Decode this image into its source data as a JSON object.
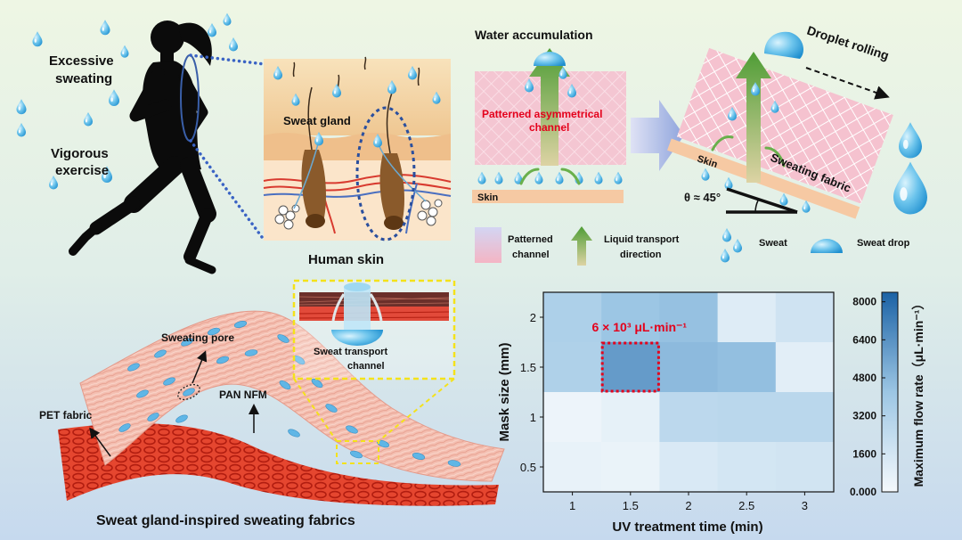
{
  "figure": {
    "runner_panel": {
      "excessive_sweating": [
        "Excessive",
        "sweating"
      ],
      "vigorous_exercise": [
        "Vigorous",
        "exercise"
      ]
    },
    "skin_panel": {
      "sweat_gland": "Sweat gland",
      "title": "Human skin"
    },
    "accumulation_panel": {
      "title": "Water accumulation",
      "channel_label": [
        "Patterned asymmetrical",
        "channel"
      ],
      "skin": "Skin"
    },
    "rolling_panel": {
      "droplet_rolling": "Droplet rolling",
      "skin": "Skin",
      "fabric": "Sweating fabric",
      "angle": "θ ≈ 45°"
    },
    "legend": {
      "patterned_channel": [
        "Patterned",
        "channel"
      ],
      "liquid_transport": [
        "Liquid transport",
        "direction"
      ],
      "sweat": "Sweat",
      "sweat_drop": "Sweat drop"
    },
    "fabric_panel": {
      "sweating_pore": "Sweating pore",
      "pan_nfm": "PAN NFM",
      "pet_fabric": "PET fabric",
      "channel": [
        "Sweat transport",
        "channel"
      ],
      "title": "Sweat gland-inspired sweating fabrics"
    }
  },
  "colors": {
    "annotation": "#e4001b",
    "droplet": "#2a9fd8",
    "transport_arrow": "#4f9d36",
    "pan_nfm": "#f4bfb1",
    "pet_fabric": "#e5462f",
    "inset_frame": "#f4e21a"
  },
  "chart_data": {
    "type": "heatmap",
    "x": [
      1,
      1.5,
      2,
      2.5,
      3
    ],
    "y": [
      2,
      1.5,
      1,
      0.5
    ],
    "x_tick_labels": [
      "1",
      "1.5",
      "2",
      "2.5",
      "3"
    ],
    "y_tick_labels": [
      "2",
      "1.5",
      "1",
      "0.5"
    ],
    "values": [
      [
        3400,
        4200,
        4400,
        1100,
        1800
      ],
      [
        3300,
        6000,
        4700,
        4500,
        900
      ],
      [
        400,
        700,
        2700,
        2800,
        2800
      ],
      [
        600,
        500,
        1300,
        1600,
        1700
      ]
    ],
    "xlabel": "UV treatment time (min)",
    "ylabel": "Mask size (mm)",
    "colorbar": {
      "label": "Maximum flow rate（μL·min⁻¹）",
      "ticks": [
        "8000",
        "6400",
        "4800",
        "3200",
        "1600",
        "0.000"
      ],
      "range": [
        0,
        8400
      ],
      "colormap": [
        "#f5f9fc",
        "#9cc6e4",
        "#1b62a5"
      ]
    },
    "annotation": {
      "text": "6 × 10³ μL·min⁻¹",
      "x": 1.5,
      "y": 1.5
    }
  }
}
